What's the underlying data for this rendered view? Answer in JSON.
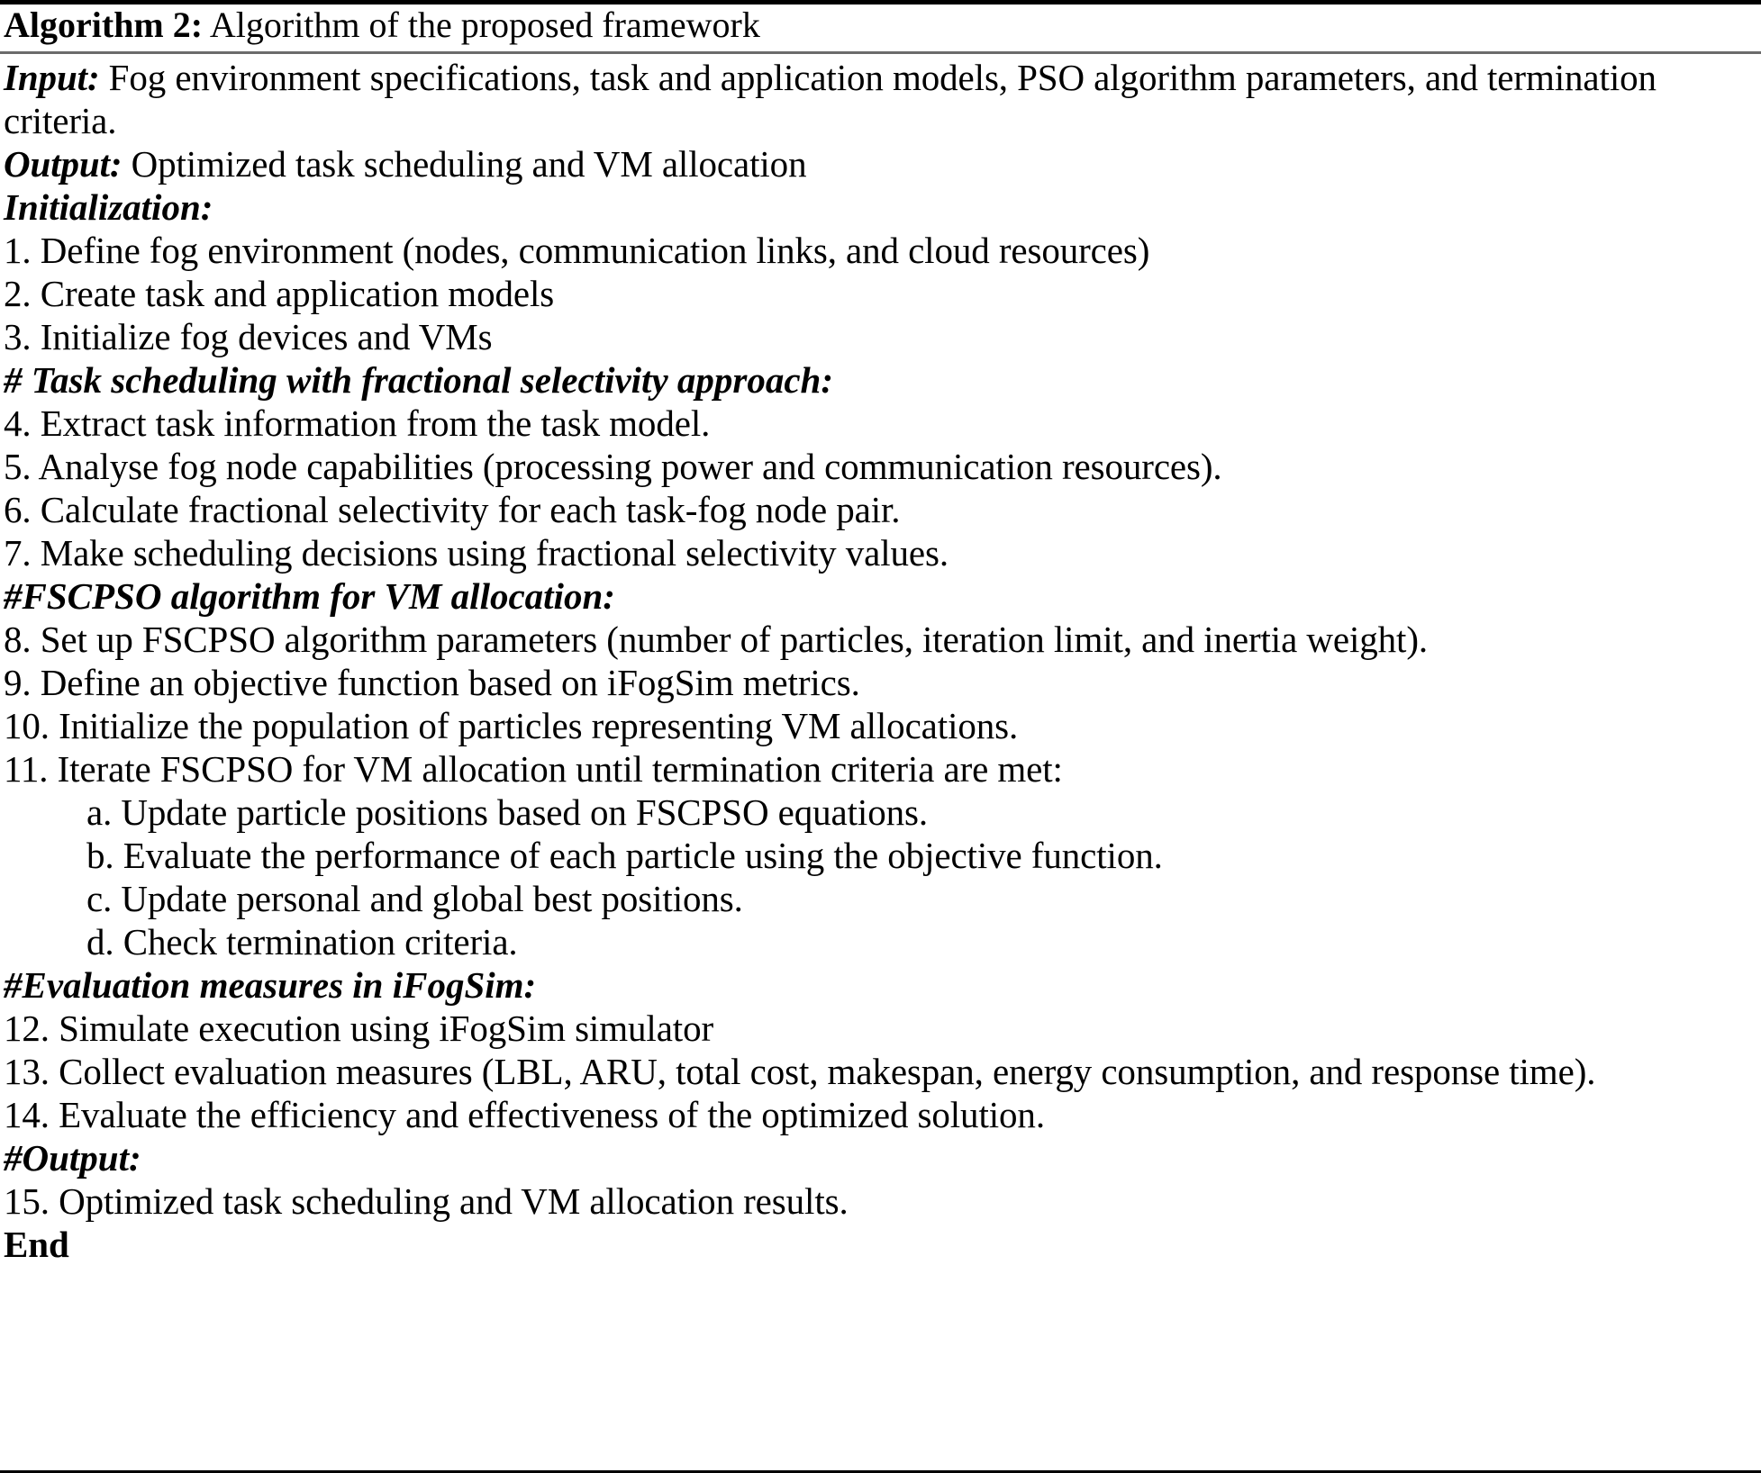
{
  "document": {
    "type": "algorithm-pseudocode-block",
    "caption": {
      "label": "Algorithm 2:",
      "title": " Algorithm of the proposed framework"
    },
    "io": {
      "input_label": "Input:",
      "input_text": "  Fog environment specifications, task and application models, PSO algorithm parameters, and termination criteria.",
      "output_label": "Output:",
      "output_text": "  Optimized task scheduling and VM allocation"
    },
    "sections": [
      {
        "heading": "Initialization:",
        "heading_style": "bold-italic",
        "steps": [
          {
            "num": "1.",
            "text": " Define fog environment (nodes, communication links, and cloud resources)"
          },
          {
            "num": "2.",
            "text": " Create task and application models"
          },
          {
            "num": "3.",
            "text": " Initialize fog devices and VMs"
          }
        ]
      },
      {
        "heading": "# Task scheduling with fractional selectivity approach:",
        "heading_style": "bold-italic",
        "steps": [
          {
            "num": "4.",
            "text": " Extract task information from the task model."
          },
          {
            "num": "5.",
            "text": " Analyse fog node capabilities (processing power and communication resources)."
          },
          {
            "num": "6.",
            "text": " Calculate fractional selectivity for each task-fog node pair."
          },
          {
            "num": "7.",
            "text": " Make scheduling decisions using fractional selectivity values."
          }
        ]
      },
      {
        "heading": "#FSCPSO algorithm for VM allocation:",
        "heading_style": "bold-italic",
        "steps": [
          {
            "num": "8.",
            "text": " Set up FSCPSO algorithm parameters (number of particles, iteration limit, and inertia weight)."
          },
          {
            "num": "9.",
            "text": " Define an objective function based on iFogSim metrics."
          },
          {
            "num": "10.",
            "text": " Initialize the population of particles representing VM allocations."
          },
          {
            "num": "11.",
            "text": " Iterate FSCPSO for VM allocation until termination criteria are met:"
          }
        ],
        "substeps": [
          {
            "num": "a.",
            "text": " Update particle positions based on FSCPSO equations."
          },
          {
            "num": "b.",
            "text": " Evaluate the performance of each particle using the objective function."
          },
          {
            "num": "c.",
            "text": " Update personal and global best positions."
          },
          {
            "num": "d.",
            "text": " Check termination criteria."
          }
        ]
      },
      {
        "heading": "#Evaluation measures in iFogSim:",
        "heading_style": "bold-italic",
        "steps": [
          {
            "num": "12.",
            "text": " Simulate execution using iFogSim simulator"
          },
          {
            "num": "13.",
            "text": " Collect evaluation measures (LBL, ARU, total cost, makespan, energy consumption, and response time)."
          },
          {
            "num": "14.",
            "text": " Evaluate the efficiency and effectiveness of the optimized solution."
          }
        ]
      },
      {
        "heading": "#Output:",
        "heading_style": "bold-italic",
        "steps": [
          {
            "num": "15.",
            "text": " Optimized task scheduling and VM allocation results."
          }
        ]
      }
    ],
    "end_label": "End"
  },
  "colors": {
    "text": "#000000",
    "rule_strong": "#000000",
    "rule_light": "#6b6b6b",
    "background": "#ffffff"
  }
}
